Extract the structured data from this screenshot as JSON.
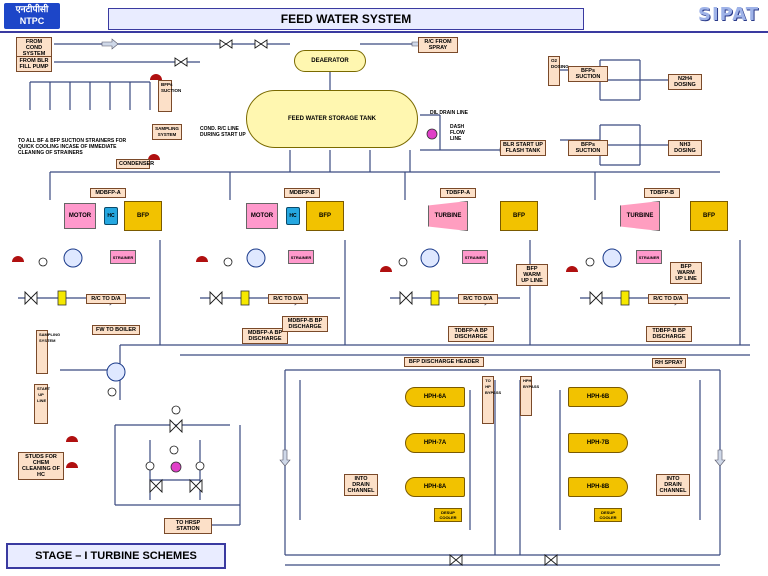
{
  "header": {
    "logo_text": "एनटीपीसी NTPC",
    "title": "FEED WATER SYSTEM",
    "site": "SIPAT"
  },
  "footer": {
    "scheme": "STAGE – I TURBINE SCHEMES"
  },
  "vessels": {
    "deaerator": "DEAERATOR",
    "storage_tank": "FEED WATER STORAGE TANK"
  },
  "pumps": {
    "mdbfp_a": "MDBFP-A",
    "mdbfp_b": "MDBFP-B",
    "tdbfp_a": "TDBFP-A",
    "tdbfp_b": "TDBFP-B"
  },
  "equipment": {
    "motor": "MOTOR",
    "bfp": "BFP",
    "hc": "HC",
    "turbine": "TURBINE",
    "strainer": "STRAINER",
    "hph_6a": "HPH-6A",
    "hph_7a": "HPH-7A",
    "hph_8a": "HPH-8A",
    "hph_6b": "HPH-6B",
    "hph_7b": "HPH-7B",
    "hph_8b": "HPH-8B",
    "desuperheater_a": "DESUP COOLER",
    "desuperheater_b": "DESUP COOLER"
  },
  "labels": {
    "from_cond": "FROM COND SYSTEM",
    "from_blr": "FROM BLR FILL PUMP",
    "rc_from_spray": "R/C FROM SPRAY",
    "bfps_suction_left": "BFPs SUCTION",
    "sampling_system": "SAMPLING SYSTEM",
    "cond_rc_line": "COND. R/C LINE DURING START UP",
    "condenser": "CONDENSER",
    "drain_line": "DIL DRAIN LINE",
    "dash_flow_line": "DASH FLOW LINE",
    "blr_startup": "BLR START UP FLASH TANK",
    "o2_dosing": "O2 DOSING",
    "bfps_suction_right": "BFPs SUCTION",
    "nh3_dosing": "N2H4 DOSING",
    "bfps_suction_right2": "BFPs SUCTION",
    "n2h4_dosing2": "NH3 DOSING",
    "rc_to_da_1": "R/C TO D/A",
    "rc_to_da_2": "R/C TO D/A",
    "rc_to_da_3": "R/C TO D/A",
    "rc_to_da_4": "R/C TO D/A",
    "bfp_warmup_1": "BFP WARM UP LINE",
    "bfp_warmup_2": "BFP WARM UP LINE",
    "mdbfp_a_disch": "MDBFP-A BP DISCHARGE",
    "mdbfp_b_disch": "MDBFP-B BP DISCHARGE",
    "tdbfp_a_disch": "TDBFP-A BP DISCHARGE",
    "tdbfp_b_disch": "TDBFP-B BP DISCHARGE",
    "fw_to_boiler": "FW TO BOILER",
    "sampling_system2": "SAMPLING SYSTEM",
    "bfp_discharge_header": "BFP DISCHARGE HEADER",
    "rh_spray": "RH SPRAY",
    "into_drain_left": "INTO DRAIN CHANNEL",
    "into_drain_right": "INTO DRAIN CHANNEL",
    "studs_chem": "STUDS FOR CHEM CLEANING OF HC",
    "to_hrsp": "TO HRSP STATION",
    "hp_bypass_a": "TO HP BYPASS",
    "hp_bypass_b": "HPH BYPASS",
    "startup_line": "START UP LINE",
    "all_stubs_note": "TO ALL BF & BFP SUCTION STRAINERS FOR QUICK COOLING INCASE OF IMMEDIATE CLEANING OF STRAINERS"
  }
}
